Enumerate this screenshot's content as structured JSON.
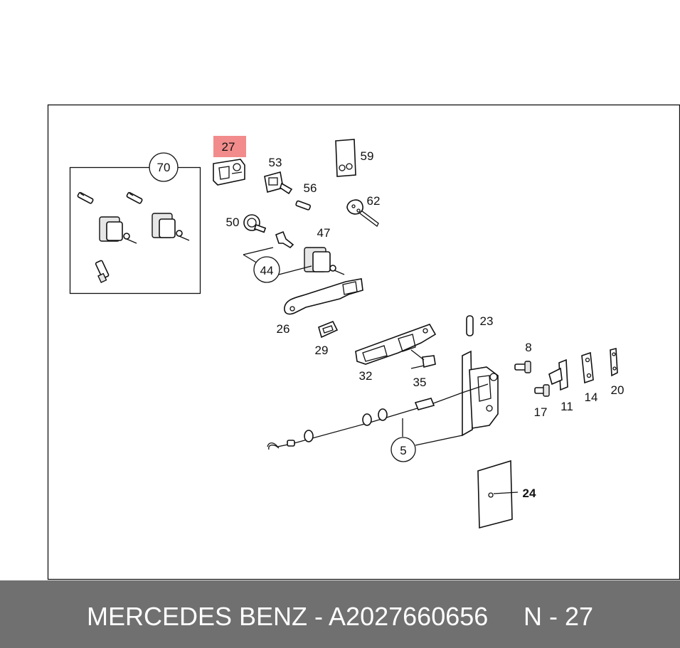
{
  "highlight": {
    "label": "27",
    "color": "#f28b8b"
  },
  "callouts": {
    "c70": "70",
    "c53": "53",
    "c59": "59",
    "c56": "56",
    "c62": "62",
    "c50": "50",
    "c47": "47",
    "c44": "44",
    "c26": "26",
    "c29": "29",
    "c23": "23",
    "c8": "8",
    "c32": "32",
    "c35": "35",
    "c17": "17",
    "c11": "11",
    "c14": "14",
    "c20": "20",
    "c5": "5",
    "c24": "24"
  },
  "footer": {
    "brand_part": "MERCEDES BENZ - A2027660656",
    "ref": "N - 27",
    "background": "#707070"
  }
}
